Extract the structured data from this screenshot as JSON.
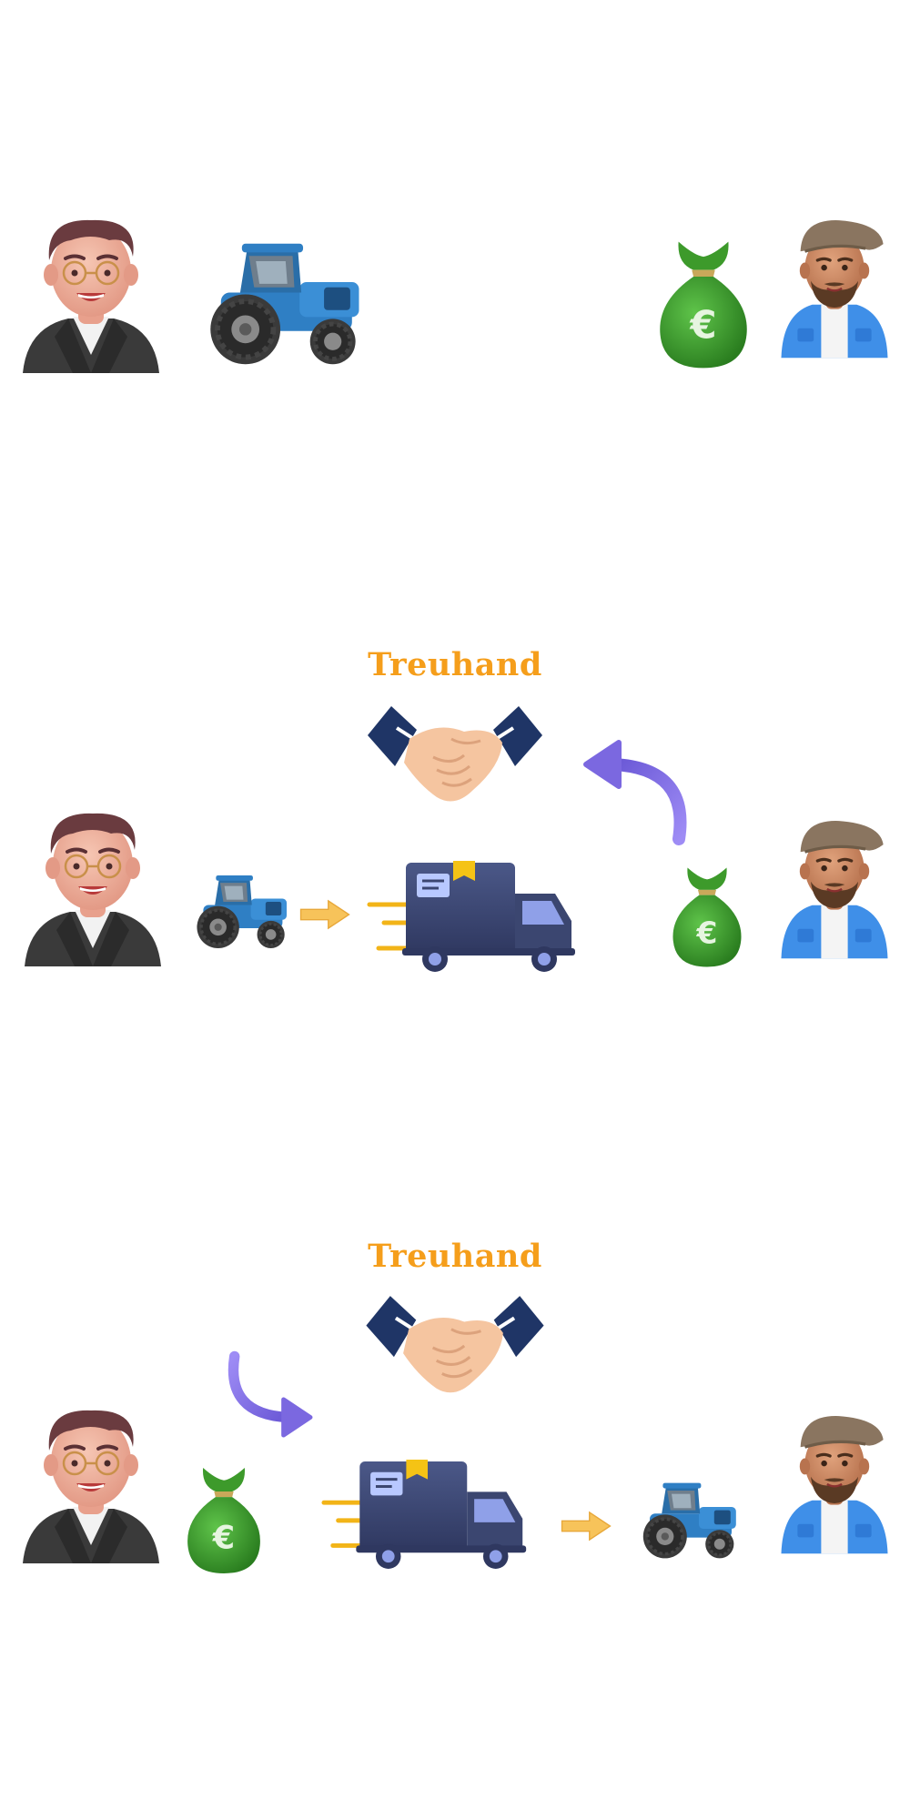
{
  "colors": {
    "label": "#f59e1b",
    "arrow_purple": "#7b68e0",
    "arrow_yellow": "#f7c35a",
    "bag_green": "#3d9a2b",
    "tractor_blue": "#2f7fc4",
    "truck_navy": "#3b4670"
  },
  "panels": [
    {
      "icons": [
        "buyer-avatar",
        "tractor-icon",
        "money-bag-icon",
        "seller-avatar"
      ]
    },
    {
      "label": "Treuhand",
      "icons": [
        "buyer-avatar",
        "tractor-icon",
        "arrow-right-icon",
        "delivery-truck-icon",
        "handshake-icon",
        "curved-arrow-icon",
        "money-bag-icon",
        "seller-avatar"
      ]
    },
    {
      "label": "Treuhand",
      "icons": [
        "buyer-avatar",
        "money-bag-icon",
        "curved-arrow-icon",
        "handshake-icon",
        "delivery-truck-icon",
        "arrow-right-icon",
        "tractor-icon",
        "seller-avatar"
      ]
    }
  ]
}
